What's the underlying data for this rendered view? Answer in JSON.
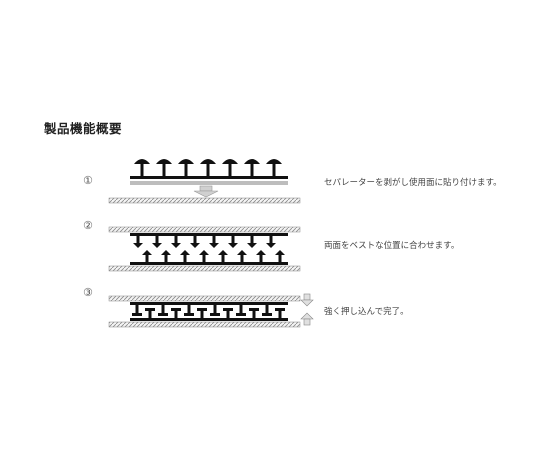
{
  "title": "製品機能概要",
  "steps": [
    {
      "number": "①",
      "text": "セパレーターを剥がし使用面に貼り付けます。"
    },
    {
      "number": "②",
      "text": "両面をベストな位置に合わせます。"
    },
    {
      "number": "③",
      "text": "強く押し込んで完了。"
    }
  ],
  "colors": {
    "fastener": "#111111",
    "tape": "#bdbdbd",
    "arrow": "#9a9a9a"
  }
}
